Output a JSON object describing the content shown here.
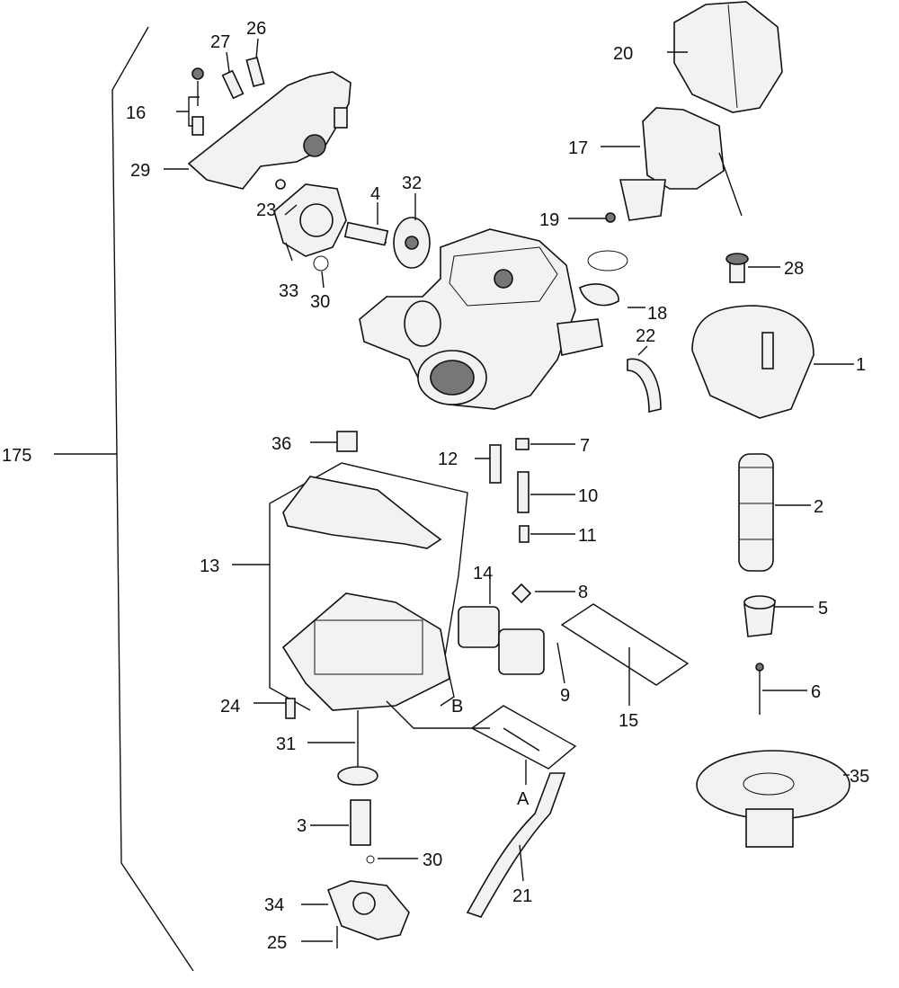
{
  "labels": {
    "l175": "175",
    "l1": "1",
    "l2": "2",
    "l3": "3",
    "l4": "4",
    "l5": "5",
    "l6": "6",
    "l7": "7",
    "l8": "8",
    "l9": "9",
    "l10": "10",
    "l11": "11",
    "l12": "12",
    "l13": "13",
    "l14": "14",
    "l15": "15",
    "l16": "16",
    "l17": "17",
    "l18": "18",
    "l19": "19",
    "l20": "20",
    "l21": "21",
    "l22": "22",
    "l23": "23",
    "l24": "24",
    "l25": "25",
    "l26": "26",
    "l27": "27",
    "l28": "28",
    "l29": "29",
    "l30a": "30",
    "l30b": "30",
    "l31": "31",
    "l32": "32",
    "l33": "33",
    "l34": "34",
    "l35": "35",
    "l36": "36",
    "lA": "A",
    "lB": "B"
  }
}
